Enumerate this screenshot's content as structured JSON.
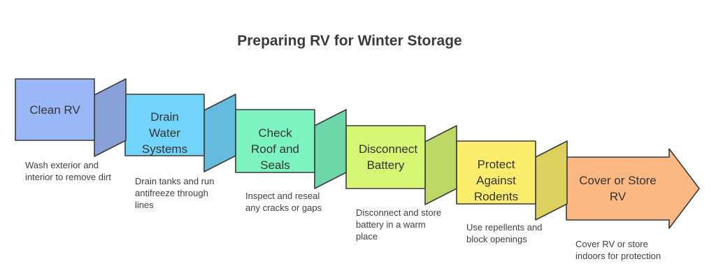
{
  "title": "Preparing RV for Winter Storage",
  "steps": [
    {
      "label": "Clean RV",
      "description": "Wash exterior and interior to remove dirt",
      "color": "#9ab8f7"
    },
    {
      "label": "Drain Water Systems",
      "description": "Drain tanks and run antifreeze through lines",
      "color": "#72d4fb"
    },
    {
      "label": "Check Roof and Seals",
      "description": "Inspect and reseal any cracks or gaps",
      "color": "#7df4bf"
    },
    {
      "label": "Disconnect Battery",
      "description": "Disconnect and store battery in a warm place",
      "color": "#d6f774"
    },
    {
      "label": "Protect Against Rodents",
      "description": "Use repellents and block openings",
      "color": "#fbed6b"
    },
    {
      "label": "Cover or Store RV",
      "description": "Cover RV or store indoors for protection",
      "color": "#fcb882"
    }
  ]
}
